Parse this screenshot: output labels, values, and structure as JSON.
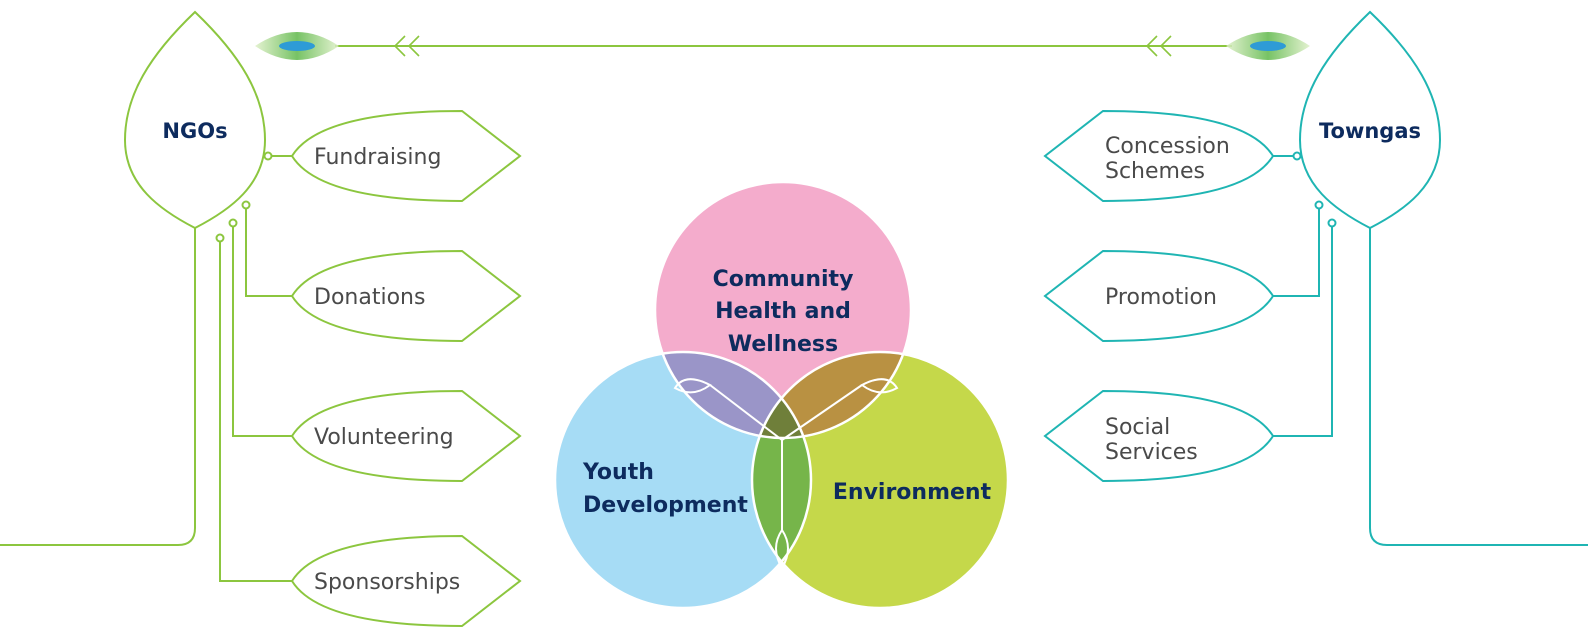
{
  "colors": {
    "ngo_green": "#8cc63f",
    "towngas_teal": "#1fb5b3",
    "community_pink": "#f4accc",
    "youth_blue": "#a6dcf5",
    "environment_green": "#c5d84a",
    "overlap_purple": "#9a95c8",
    "overlap_brown": "#b99142",
    "overlap_green": "#76b54a",
    "label_navy": "#0d2b5e",
    "label_gray": "#4a4a4a"
  },
  "left": {
    "hub_label": "NGOs",
    "items": [
      {
        "label": "Fundraising"
      },
      {
        "label": "Donations"
      },
      {
        "label": "Volunteering"
      },
      {
        "label": "Sponsorships"
      }
    ]
  },
  "right": {
    "hub_label": "Towngas",
    "items": [
      {
        "label_line1": "Concession",
        "label_line2": "Schemes"
      },
      {
        "label_line1": "Promotion",
        "label_line2": ""
      },
      {
        "label_line1": "Social",
        "label_line2": "Services"
      }
    ]
  },
  "venn": {
    "top": {
      "line1": "Community",
      "line2": "Health and",
      "line3": "Wellness"
    },
    "left": {
      "line1": "Youth",
      "line2": "Development"
    },
    "right": {
      "line1": "Environment"
    }
  },
  "icons": {
    "left_leaf": "leaf-drop-icon",
    "right_leaf": "leaf-drop-icon",
    "arrows": "double-chevron-left-icon"
  }
}
